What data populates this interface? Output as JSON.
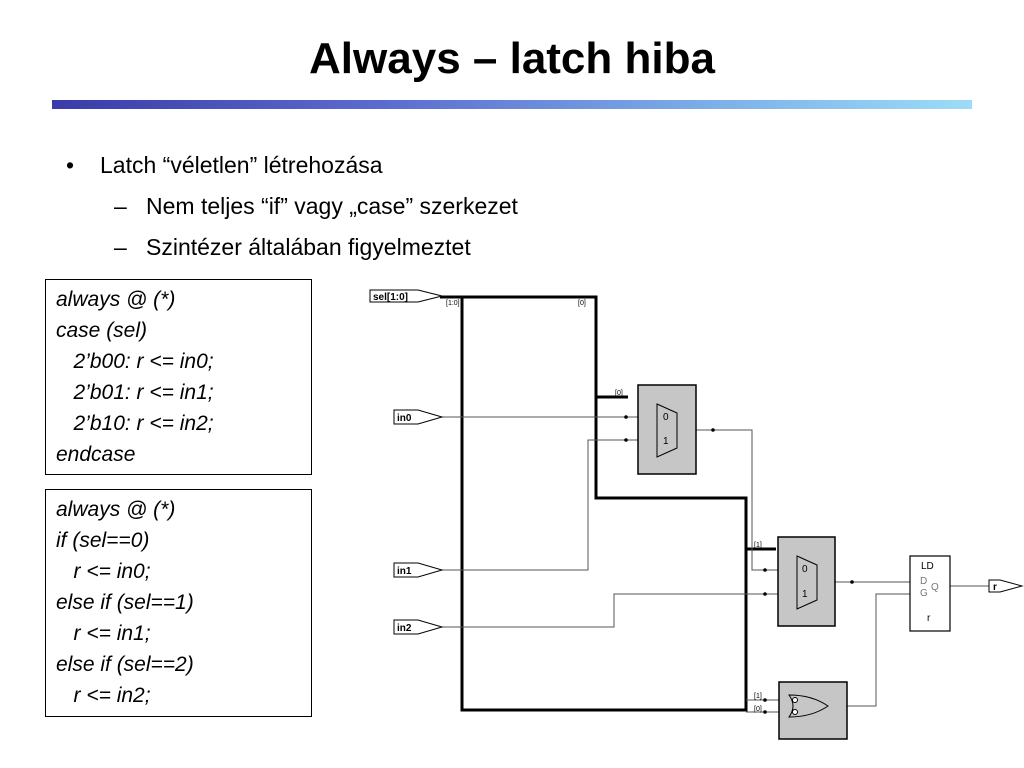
{
  "slide": {
    "title": "Always – latch hiba",
    "bullets": {
      "main": {
        "mark": "•",
        "text": "Latch “véletlen” létrehozása"
      },
      "sub": [
        {
          "mark": "–",
          "text": "Nem teljes “if” vagy „case” szerkezet"
        },
        {
          "mark": "–",
          "text": "Szintézer általában figyelmeztet"
        }
      ]
    }
  },
  "code_case": [
    "always @ (*)",
    "case (sel)",
    "   2’b00: r <= in0;",
    "   2’b01: r <= in1;",
    "   2’b10: r <= in2;",
    "endcase"
  ],
  "code_if": [
    "always @ (*)",
    "if (sel==0)",
    "   r <= in0;",
    "else if (sel==1)",
    "   r <= in1;",
    "else if (sel==2)",
    "   r <= in2;"
  ],
  "schematic": {
    "ports": {
      "sel": "sel[1:0]",
      "in0": "in0",
      "in1": "in1",
      "in2": "in2",
      "r_out": "r"
    },
    "bus_taps": {
      "sel_in": "[1:0]",
      "sel_out": "[0]",
      "mux1_sel": "[0]",
      "mux2_sel": "[1]",
      "or_a": "[1]",
      "or_b": "[0]"
    },
    "mux_inputs": {
      "zero": "0",
      "one": "1"
    },
    "latch": {
      "name": "LD",
      "d": "D",
      "g": "G",
      "q": "Q",
      "instance": "r"
    }
  }
}
